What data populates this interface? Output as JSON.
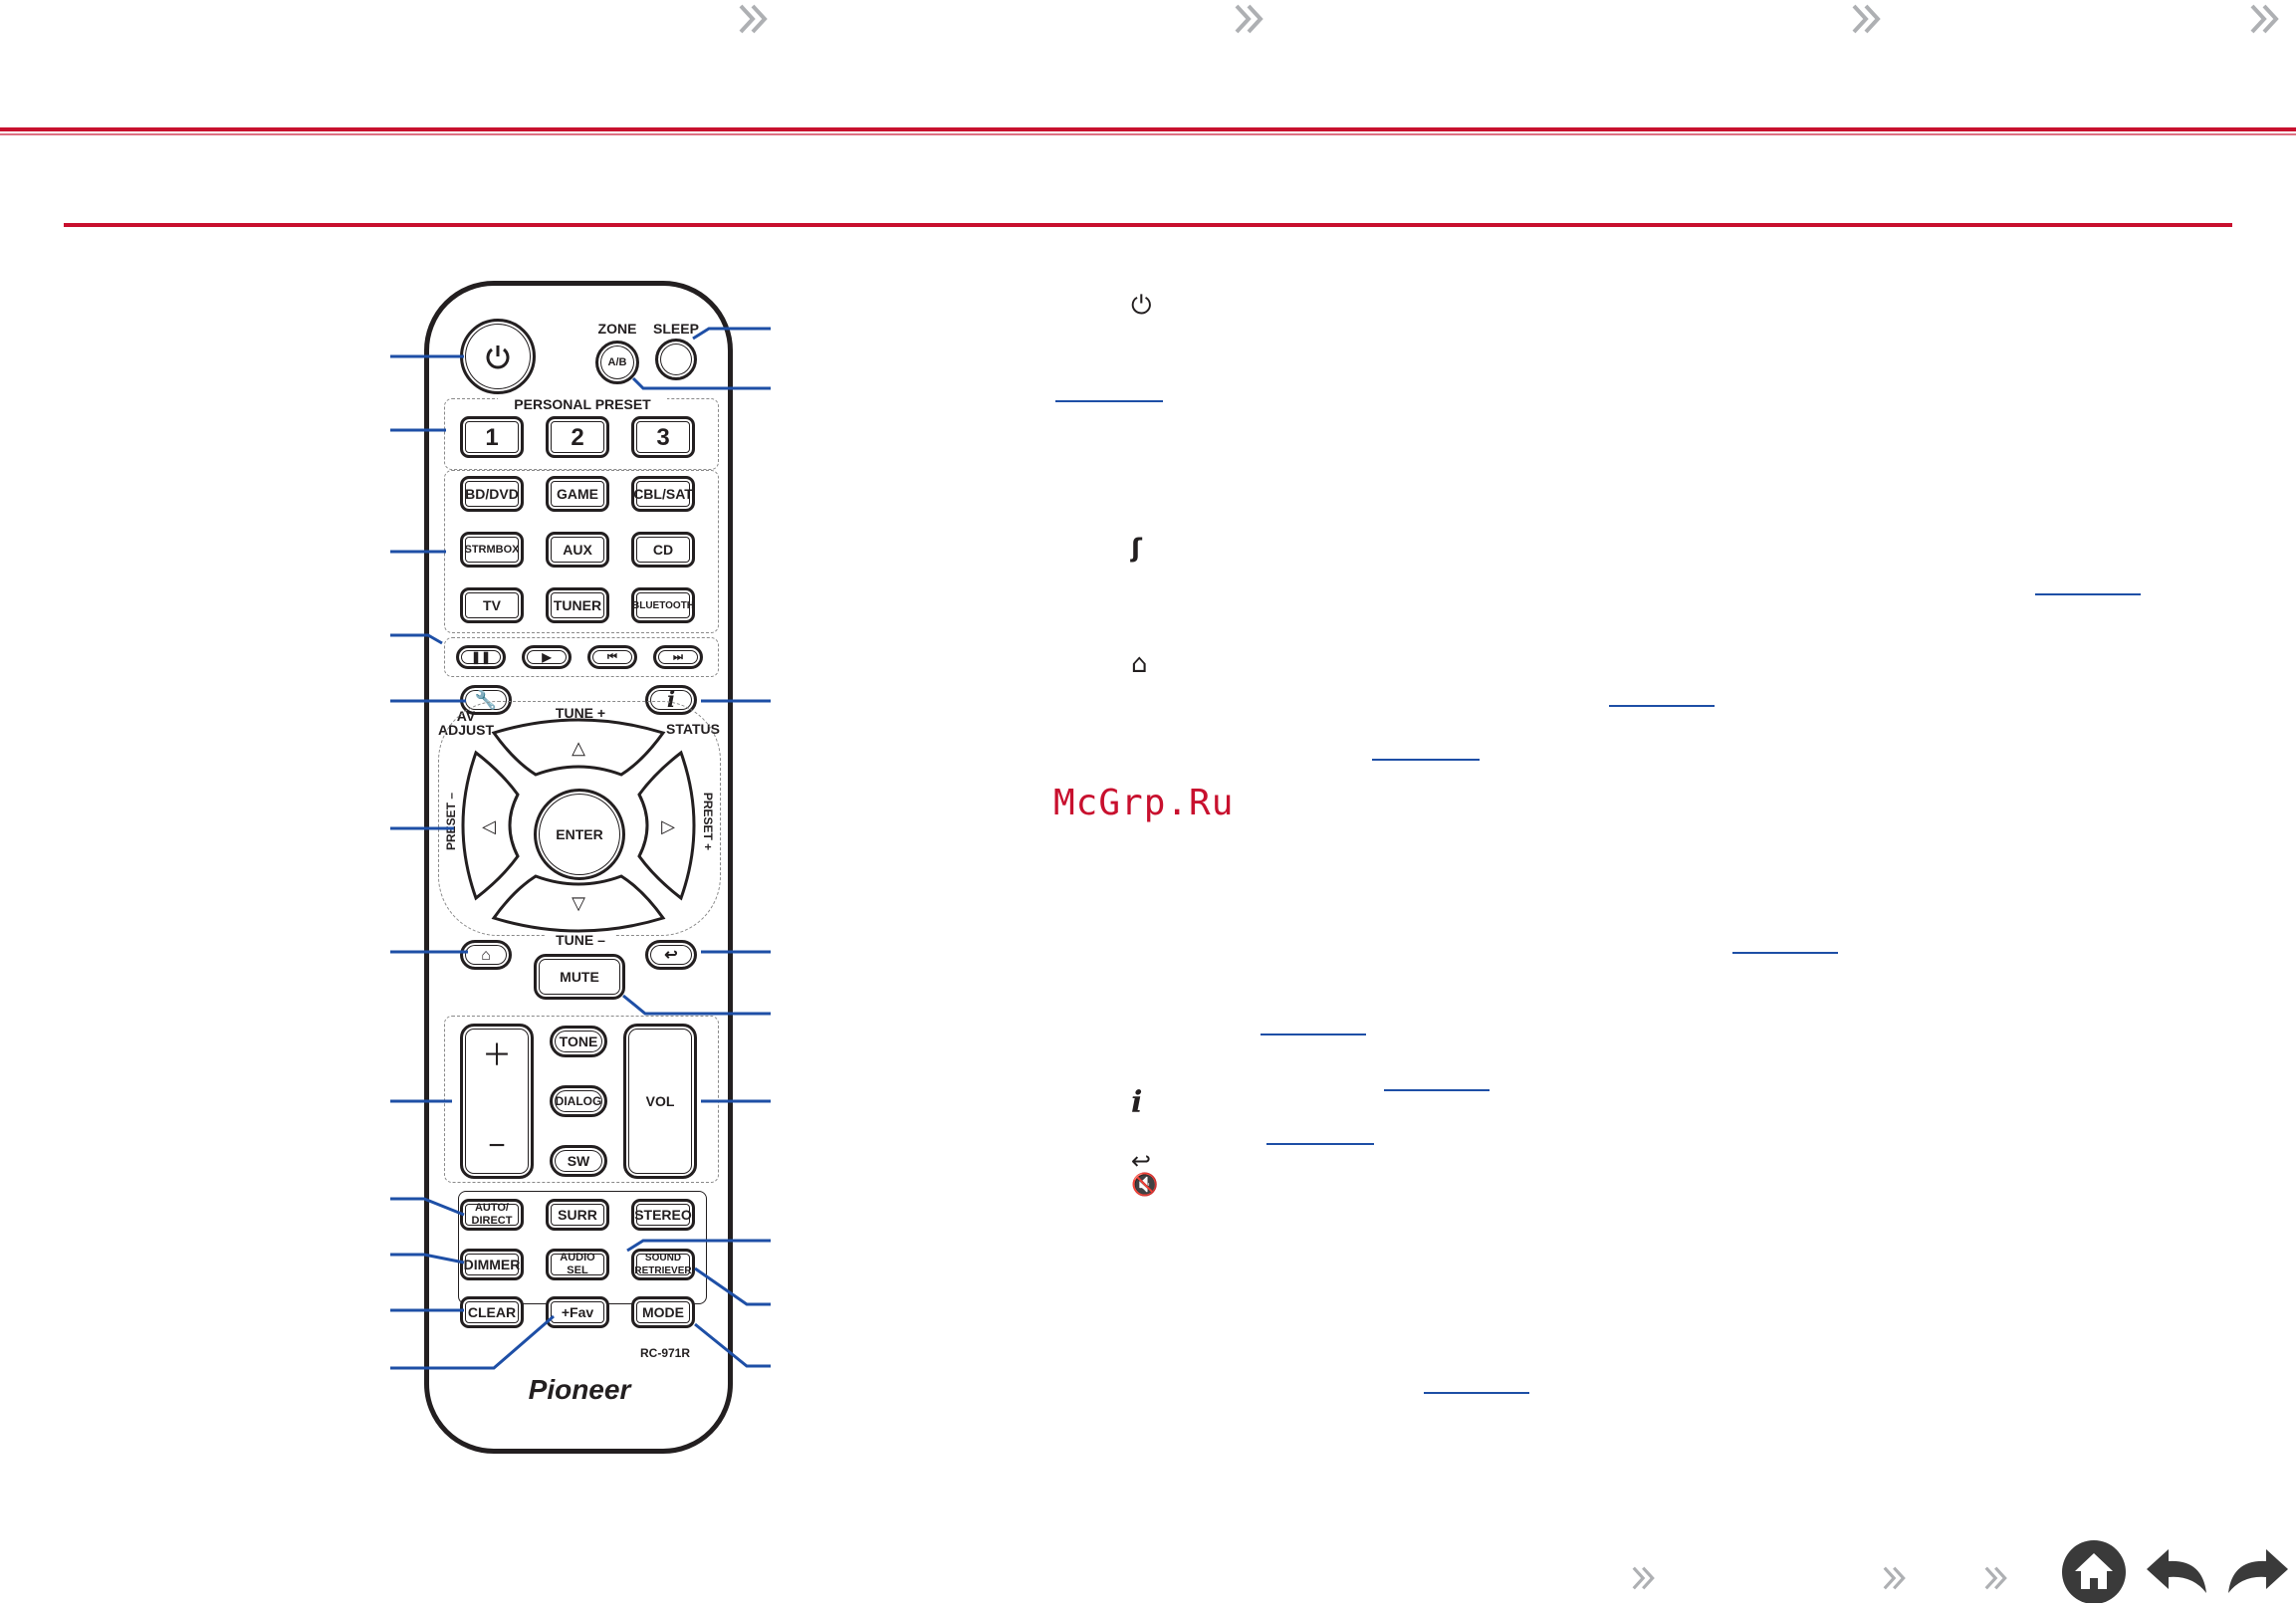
{
  "nav": {
    "colors": {
      "chevron": "#aeb0b3",
      "accent": "#c8102e",
      "link": "#1e4fa6",
      "callout": "#1e4fa6"
    }
  },
  "remote": {
    "power_icon": "power-icon",
    "zone_label": "ZONE",
    "zone_button": "A/B",
    "sleep_label": "SLEEP",
    "personal_preset_label": "PERSONAL PRESET",
    "presets": [
      "1",
      "2",
      "3"
    ],
    "inputs_row1": [
      "BD/DVD",
      "GAME",
      "CBL/SAT"
    ],
    "inputs_row2": [
      "STRMBOX",
      "AUX",
      "CD"
    ],
    "inputs_row3": [
      "TV",
      "TUNER",
      "BLUETOOTH"
    ],
    "av_adjust_label": "AV\nADJUST",
    "status_label": "STATUS",
    "tune_plus": "TUNE +",
    "tune_minus": "TUNE –",
    "preset_minus": "PRESET –",
    "preset_plus": "PRESET +",
    "enter": "ENTER",
    "mute": "MUTE",
    "tone": "TONE",
    "dialog": "DIALOG",
    "sw": "SW",
    "vol": "VOL",
    "auto_direct": "AUTO/\nDIRECT",
    "surr": "SURR",
    "stereo": "STEREO",
    "dimmer": "DIMMER",
    "audio_sel": "AUDIO\nSEL",
    "sound_retriever": "SOUND\nRETRIEVER",
    "clear": "CLEAR",
    "fav": "+Fav",
    "mode": "MODE",
    "model": "RC-971R",
    "brand": "Pioneer"
  },
  "watermark": "McGrp.Ru"
}
